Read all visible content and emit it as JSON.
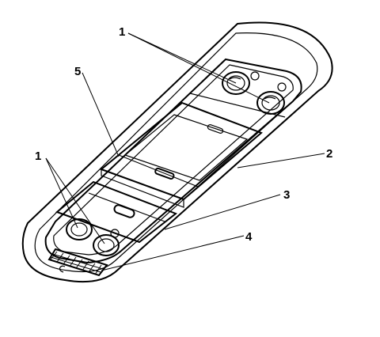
{
  "callouts": {
    "c1_top": "1",
    "c1_left": "1",
    "c2": "2",
    "c3": "3",
    "c4": "4",
    "c5": "5"
  }
}
